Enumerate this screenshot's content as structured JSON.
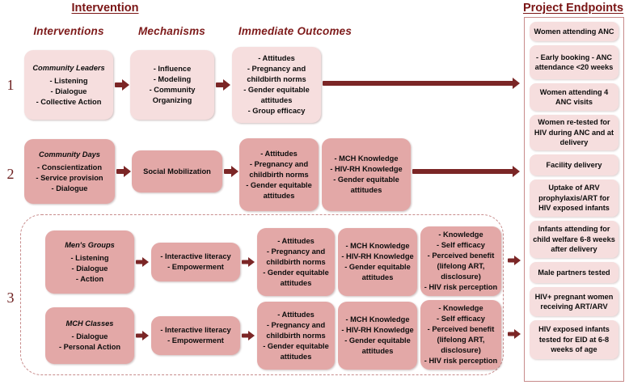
{
  "headings": {
    "intervention": "Intervention",
    "project_endpoints": "Project Endpoints",
    "columns": {
      "interventions": "Interventions",
      "mechanisms": "Mechanisms",
      "immediate_outcomes": "Immediate Outcomes"
    }
  },
  "row_numbers": {
    "one": "1",
    "two": "2",
    "three": "3"
  },
  "colors": {
    "accent_dark": "#7b2626",
    "heading": "#7a1515",
    "box_light": "#f6dede",
    "box_dark": "#e3a8a7",
    "dashed_border": "#c88c8c",
    "frame_border": "#c78a8a"
  },
  "rows": [
    {
      "id": "row-1",
      "number": "1",
      "boxes": [
        {
          "id": "community-leaders",
          "title": "Community Leaders",
          "items": [
            "- Listening",
            "- Dialogue",
            "- Collective Action"
          ]
        },
        {
          "id": "mechanisms-1",
          "title": "",
          "items": [
            "- Influence",
            "- Modeling",
            "- Community Organizing"
          ]
        },
        {
          "id": "outcomes-1",
          "title": "",
          "items": [
            "- Attitudes",
            "- Pregnancy and childbirth norms",
            "- Gender equitable attitudes",
            "- Group efficacy"
          ]
        }
      ]
    },
    {
      "id": "row-2",
      "number": "2",
      "boxes": [
        {
          "id": "community-days",
          "title": "Community Days",
          "items": [
            "- Conscientization",
            "- Service provision",
            "- Dialogue"
          ]
        },
        {
          "id": "social-mobilization",
          "title": "",
          "items": [
            "Social Mobilization"
          ]
        },
        {
          "id": "outcomes-2",
          "title": "",
          "items": [
            "- Attitudes",
            "- Pregnancy and childbirth norms",
            "- Gender equitable attitudes"
          ]
        },
        {
          "id": "knowledge-2",
          "title": "",
          "items": [
            "- MCH Knowledge",
            "- HIV-RH Knowledge",
            "- Gender equitable attitudes"
          ]
        }
      ]
    },
    {
      "id": "row-3a",
      "number": "3",
      "boxes": [
        {
          "id": "mens-groups",
          "title": "Men's Groups",
          "items": [
            "- Listening",
            "- Dialogue",
            "- Action"
          ]
        },
        {
          "id": "mechanisms-3a",
          "title": "",
          "items": [
            "- Interactive literacy",
            "- Empowerment"
          ]
        },
        {
          "id": "outcomes-3a",
          "title": "",
          "items": [
            "- Attitudes",
            "- Pregnancy and childbirth norms",
            "- Gender equitable attitudes"
          ]
        },
        {
          "id": "knowledge-3a",
          "title": "",
          "items": [
            "- MCH Knowledge",
            "- HIV-RH Knowledge",
            "- Gender equitable attitudes"
          ]
        },
        {
          "id": "perception-3a",
          "title": "",
          "items": [
            "- Knowledge",
            "- Self efficacy",
            "- Perceived benefit (lifelong ART, disclosure)",
            "- HIV risk perception"
          ]
        }
      ]
    },
    {
      "id": "row-3b",
      "number": "",
      "boxes": [
        {
          "id": "mch-classes",
          "title": "MCH Classes",
          "items": [
            "- Dialogue",
            "- Personal Action"
          ]
        },
        {
          "id": "mechanisms-3b",
          "title": "",
          "items": [
            "- Interactive literacy",
            "- Empowerment"
          ]
        },
        {
          "id": "outcomes-3b",
          "title": "",
          "items": [
            "- Attitudes",
            "- Pregnancy and childbirth norms",
            "- Gender equitable attitudes"
          ]
        },
        {
          "id": "knowledge-3b",
          "title": "",
          "items": [
            "- MCH Knowledge",
            "- HIV-RH Knowledge",
            "- Gender equitable attitudes"
          ]
        },
        {
          "id": "perception-3b",
          "title": "",
          "items": [
            "- Knowledge",
            "- Self efficacy",
            "- Perceived benefit (lifelong ART, disclosure)",
            "- HIV risk perception"
          ]
        }
      ]
    }
  ],
  "endpoints": [
    {
      "id": "ep-1",
      "text": "Women attending ANC"
    },
    {
      "id": "ep-2",
      "text": "- Early booking - ANC attendance <20 weeks"
    },
    {
      "id": "ep-3",
      "text": "Women attending 4 ANC visits"
    },
    {
      "id": "ep-4",
      "text": "Women re-tested for HIV during ANC and at delivery"
    },
    {
      "id": "ep-5",
      "text": "Facility delivery"
    },
    {
      "id": "ep-6",
      "text": "Uptake of ARV prophylaxis/ART for HIV exposed infants"
    },
    {
      "id": "ep-7",
      "text": "Infants attending for child welfare 6-8 weeks after delivery"
    },
    {
      "id": "ep-8",
      "text": "Male partners tested"
    },
    {
      "id": "ep-9",
      "text": "HIV+ pregnant women receiving ART/ARV"
    },
    {
      "id": "ep-10",
      "text": "HIV exposed infants tested for EID at 6-8 weeks of age"
    }
  ]
}
